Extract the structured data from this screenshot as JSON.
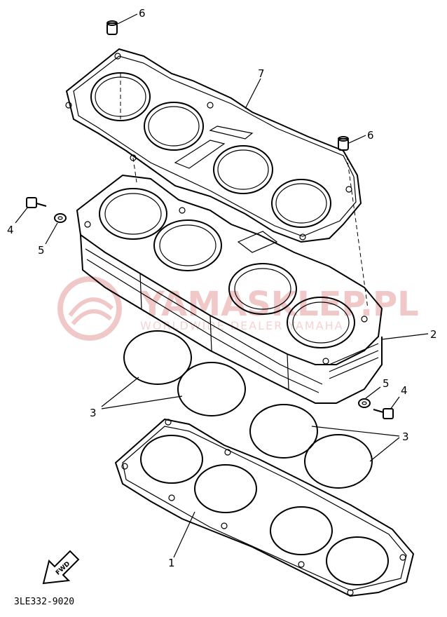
{
  "callouts": [
    {
      "id": "c6a",
      "text": "6"
    },
    {
      "id": "c7",
      "text": "7"
    },
    {
      "id": "c6b",
      "text": "6"
    },
    {
      "id": "c4a",
      "text": "4"
    },
    {
      "id": "c5a",
      "text": "5"
    },
    {
      "id": "c2",
      "text": "2"
    },
    {
      "id": "c3a",
      "text": "3"
    },
    {
      "id": "c5b",
      "text": "5"
    },
    {
      "id": "c4b",
      "text": "4"
    },
    {
      "id": "c3b",
      "text": "3"
    },
    {
      "id": "c1",
      "text": "1"
    }
  ],
  "part_code": "3LE332-9020",
  "fwd_label": "FWD",
  "watermark": {
    "text": "YAMASKLEP.PL",
    "subtext": "WORLDWIDE DEALER YAMAHA"
  },
  "colors": {
    "line": "#000000",
    "watermark": "#f0c8c8",
    "background": "#ffffff"
  }
}
